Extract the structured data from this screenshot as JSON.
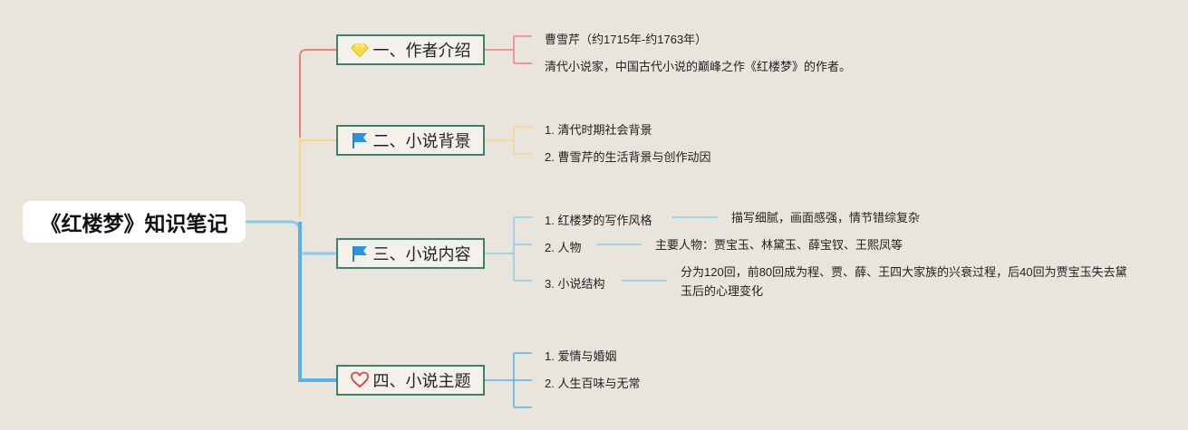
{
  "root": {
    "title": "《红楼梦》知识笔记"
  },
  "colors": {
    "branch1": "#e8837c",
    "branch2": "#f7d58b",
    "branch3": "#8ccbe8",
    "branch4": "#5bb0e6",
    "box_border": "#3e7f6d"
  },
  "branches": [
    {
      "label": "一、作者介绍",
      "icon": "diamond-icon",
      "items": [
        {
          "text": "曹雪芹（约1715年-约1763年）"
        },
        {
          "text": "清代小说家，中国古代小说的巅峰之作《红楼梦》的作者。"
        }
      ]
    },
    {
      "label": "二、小说背景",
      "icon": "flag-icon",
      "items": [
        {
          "text": "1. 清代时期社会背景"
        },
        {
          "text": "2. 曹雪芹的生活背景与创作动因"
        }
      ]
    },
    {
      "label": "三、小说内容",
      "icon": "flag-icon",
      "items": [
        {
          "text": "1. 红楼梦的写作风格",
          "detail": "描写细腻，画面感强，情节错综复杂"
        },
        {
          "text": "2. 人物",
          "detail": "主要人物：贾宝玉、林黛玉、薛宝钗、王熙凤等"
        },
        {
          "text": "3. 小说结构",
          "detail": "分为120回，前80回成为程、贾、薛、王四大家族的兴衰过程，后40回为贾宝玉失去黛玉后的心理变化"
        }
      ]
    },
    {
      "label": "四、小说主题",
      "icon": "heart-icon",
      "items": [
        {
          "text": "1. 爱情与婚姻"
        },
        {
          "text": "2. 人生百味与无常"
        }
      ]
    }
  ]
}
